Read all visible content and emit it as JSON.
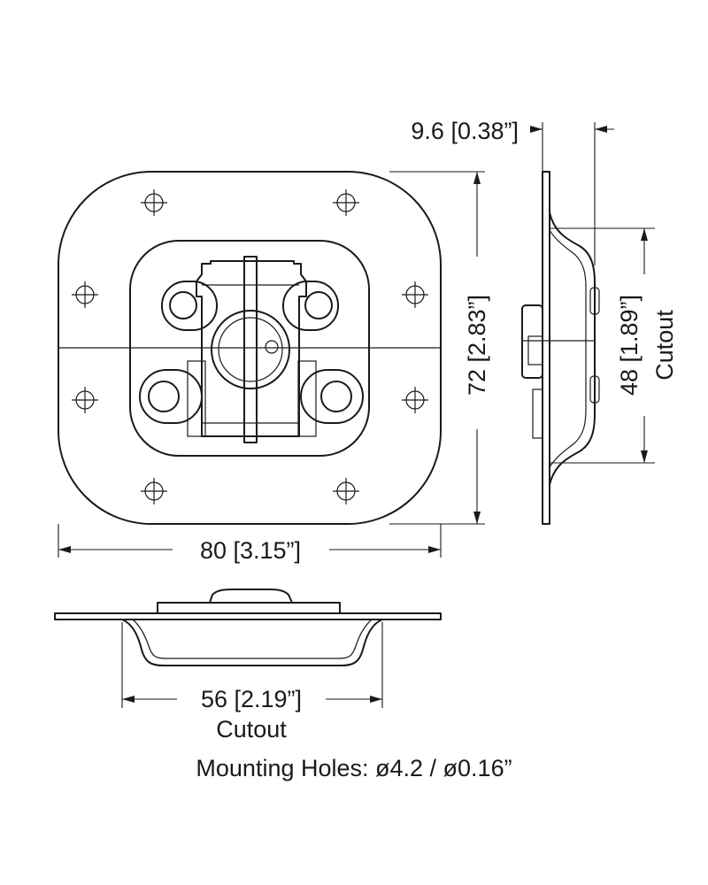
{
  "dimensions": {
    "depth": "9.6 [0.38”]",
    "height": "72 [2.83”]",
    "width": "80 [3.15”]",
    "cutout_height": "48 [1.89”]",
    "cutout_height_label": "Cutout",
    "cutout_width": "56 [2.19”]",
    "cutout_width_label": "Cutout"
  },
  "mounting_holes": "Mounting Holes: ø4.2 / ø0.16”",
  "icons": [
    "mounting-hole-icon",
    "latch-handle-icon"
  ],
  "colors": {
    "line": "#1a1a1a",
    "background": "#ffffff"
  }
}
